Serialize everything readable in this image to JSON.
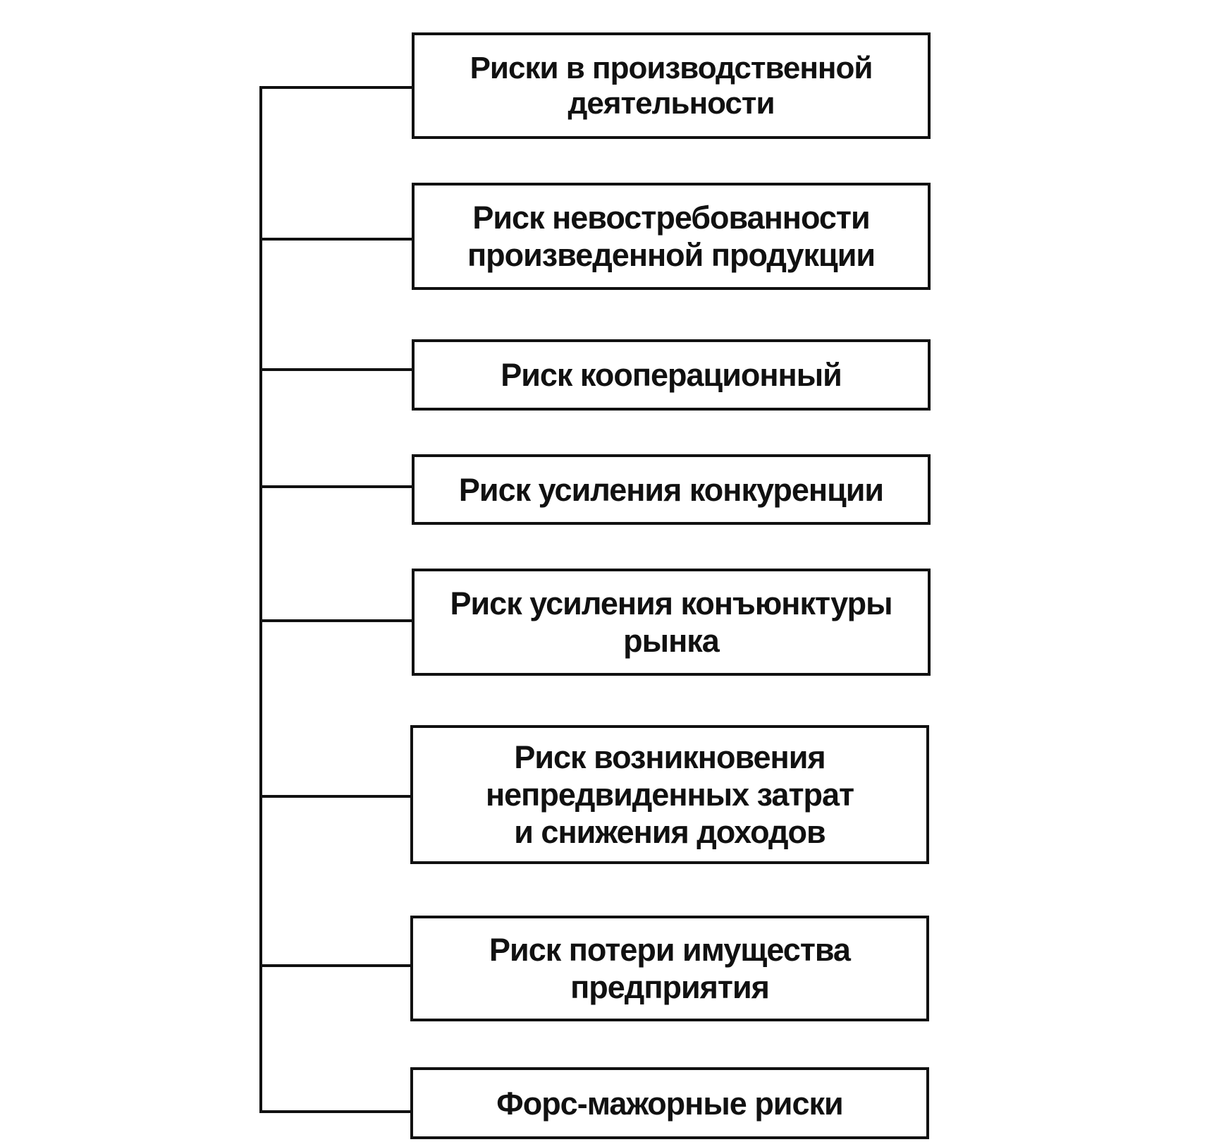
{
  "diagram": {
    "root": {
      "label": "Риски в производственной\nдеятельности"
    },
    "items": [
      {
        "label": "Риск невостребованности\nпроизведенной продукции"
      },
      {
        "label": "Риск кооперационный"
      },
      {
        "label": "Риск усиления конкуренции"
      },
      {
        "label": "Риск усиления конъюнктуры\nрынка"
      },
      {
        "label": "Риск возникновения\nнепредвиденных затрат\nи снижения доходов"
      },
      {
        "label": "Риск потери имущества\nпредприятия"
      },
      {
        "label": "Форс-мажорные риски"
      }
    ]
  },
  "colors": {
    "stroke": "#111111",
    "background": "#ffffff"
  }
}
